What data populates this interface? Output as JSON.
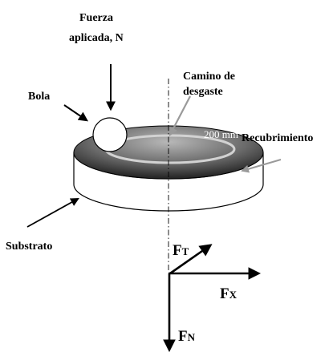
{
  "labels": {
    "force_applied_line1": "Fuerza",
    "force_applied_line2": "aplicada, N",
    "wear_path_line1": "Camino de",
    "wear_path_line2": "desgaste",
    "ball": "Bola",
    "coating": "Recubrimiento",
    "substrate": "Substrato",
    "track_diameter": "200 mm"
  },
  "forces": {
    "ft_main": "F",
    "ft_sub": "T",
    "fx_main": "F",
    "fx_sub": "X",
    "fn_main": "F",
    "fn_sub": "N"
  },
  "colors": {
    "substrate_side": "#ffffff",
    "coating_light": "#b8b8b8",
    "coating_dark": "#151515",
    "wear_track": "#d2d2d2",
    "pointer_gray": "#9a9a9a",
    "ink": "#000000"
  }
}
